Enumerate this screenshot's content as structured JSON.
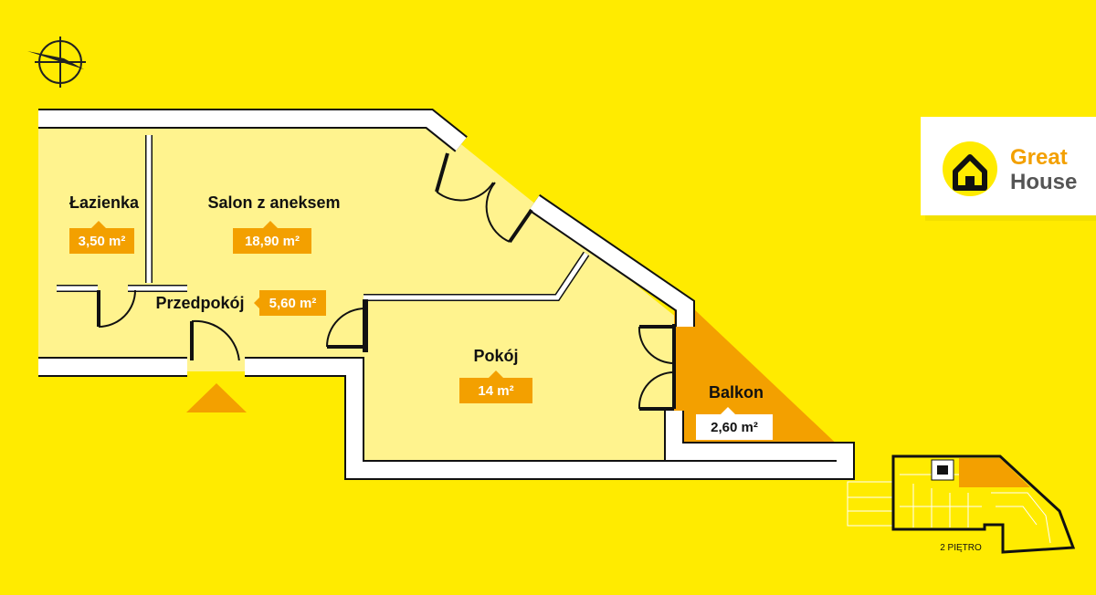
{
  "brand": {
    "line1": "Great",
    "line2": "House"
  },
  "floor_label": "2 PIĘTRO",
  "rooms": {
    "bathroom": {
      "name": "Łazienka",
      "area": "3,50 m²"
    },
    "living": {
      "name": "Salon z aneksem",
      "area": "18,90 m²"
    },
    "hall": {
      "name": "Przedpokój",
      "area": "5,60 m²"
    },
    "room": {
      "name": "Pokój",
      "area": "14 m²"
    },
    "balcony": {
      "name": "Balkon",
      "area": "2,60 m²"
    }
  },
  "icons": [
    "compass-icon",
    "house-logo-icon",
    "entrance-arrow-icon",
    "building-key-plan"
  ],
  "colors": {
    "background": "#ffeb00",
    "room_fill": "#fff38e",
    "wall": "#ffffff",
    "wall_outline": "#111111",
    "accent_orange": "#f3a000",
    "logo_grey": "#555555"
  }
}
